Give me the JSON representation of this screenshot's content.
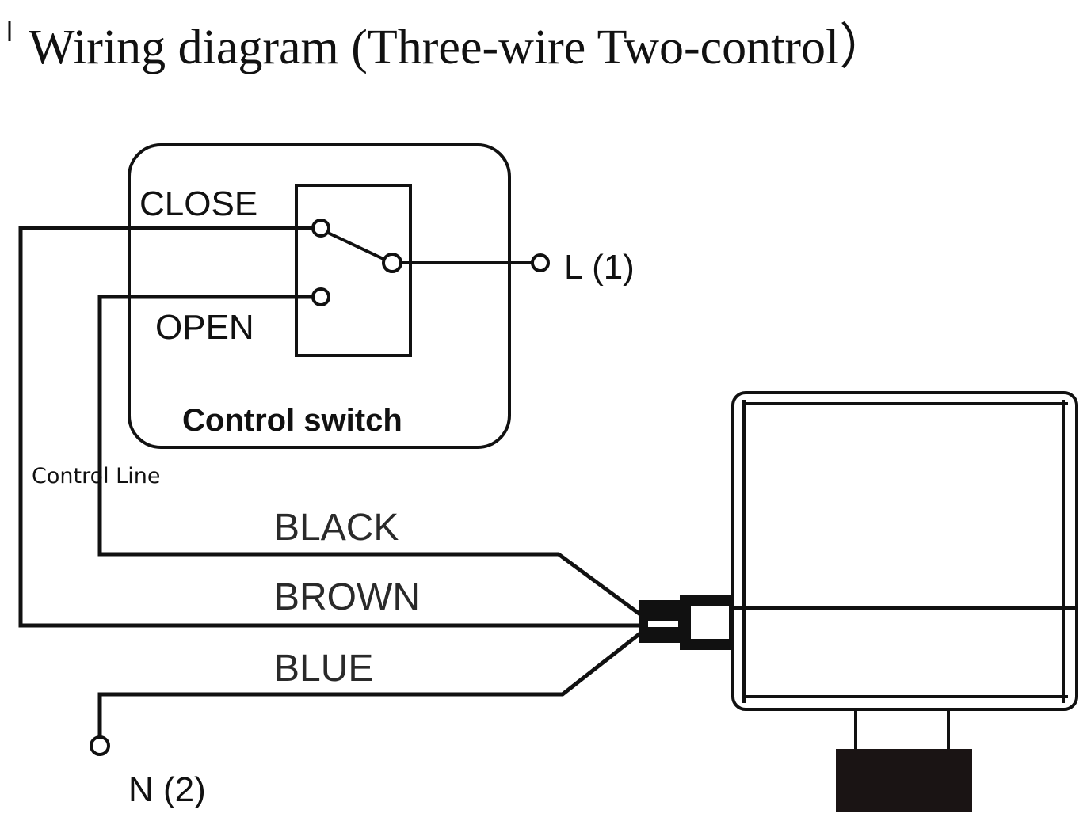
{
  "title": "Wiring diagram (Three-wire Two-control）",
  "control_switch": {
    "label": "Control switch",
    "close_label": "CLOSE",
    "open_label": "OPEN"
  },
  "terminals": {
    "live": "L (1)",
    "neutral": "N (2)"
  },
  "control_line_label": "Control Line",
  "wires": [
    {
      "label": "BLACK",
      "connects": "OPEN"
    },
    {
      "label": "BROWN",
      "connects": "CLOSE"
    },
    {
      "label": "BLUE",
      "connects": "N (2)"
    }
  ],
  "colors": {
    "line": "#111111",
    "background": "#ffffff"
  }
}
